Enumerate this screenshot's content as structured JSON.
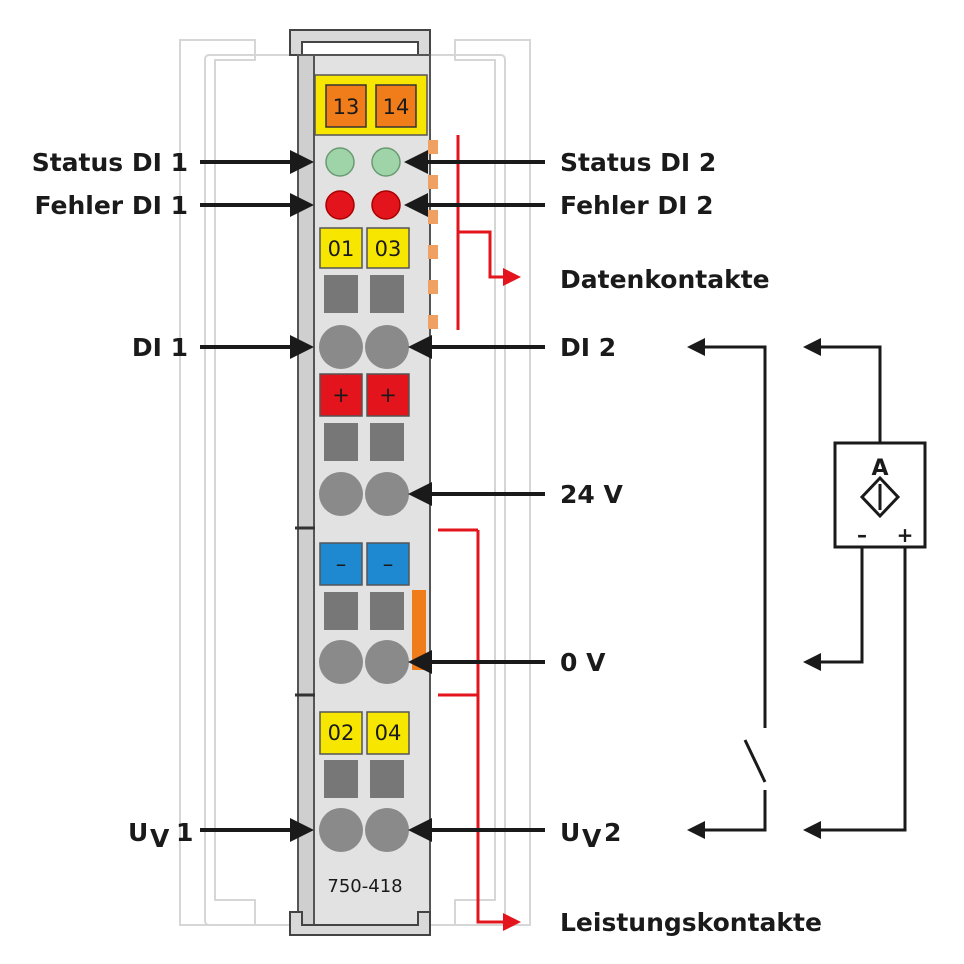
{
  "module": {
    "top_tags": [
      "13",
      "14"
    ],
    "di_tags_top": [
      "01",
      "03"
    ],
    "plus_tags": [
      "+",
      "+"
    ],
    "minus_tags": [
      "–",
      "–"
    ],
    "di_tags_bottom": [
      "02",
      "04"
    ],
    "model": "750-418"
  },
  "labels": {
    "status_di1": "Status DI 1",
    "status_di2": "Status DI 2",
    "fehler_di1": "Fehler DI 1",
    "fehler_di2": "Fehler DI 2",
    "datenkontakte": "Datenkontakte",
    "di1": "DI 1",
    "di2": "DI 2",
    "v24": "24 V",
    "v0": "0 V",
    "uv1_main": "U",
    "uv1_sub": "V",
    "uv1_num": "1",
    "uv2_main": "U",
    "uv2_sub": "V",
    "uv2_num": "2",
    "leistungskontakte": "Leistungskontakte"
  },
  "sensor": {
    "letter": "A",
    "minus": "–",
    "plus": "+"
  },
  "colors": {
    "housing": "#d9d9d9",
    "yellow_tag": "#f7e600",
    "orange_tag": "#f07d1a",
    "red_tag": "#e3141b",
    "blue_tag": "#1e88d1",
    "status_led": "#9fd4a9",
    "error_led": "#e3141b",
    "contact_line": "#e3141b",
    "arrow": "#1a1a1a"
  }
}
